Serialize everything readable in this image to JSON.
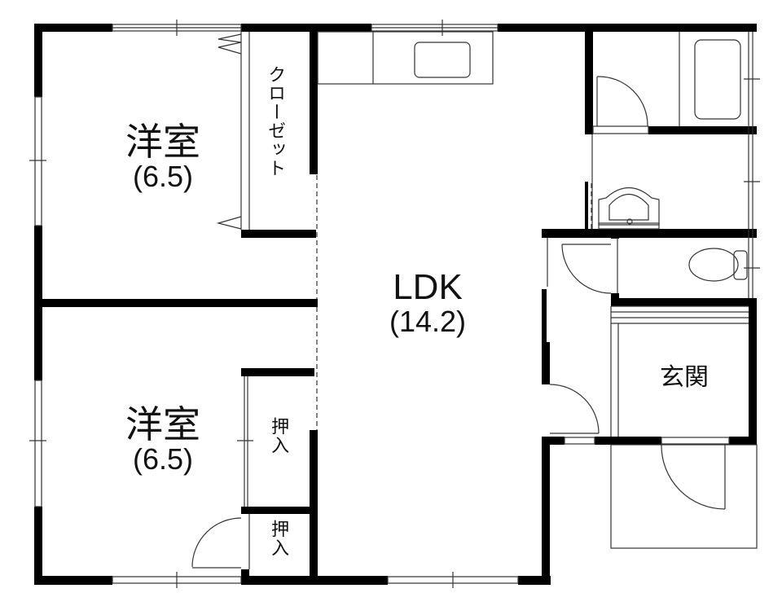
{
  "floorplan": {
    "rooms": [
      {
        "id": "western-room-1",
        "name": "洋室",
        "area": "(6.5)"
      },
      {
        "id": "western-room-2",
        "name": "洋室",
        "area": "(6.5)"
      },
      {
        "id": "ldk",
        "name": "LDK",
        "area": "(14.2)"
      },
      {
        "id": "entrance",
        "name": "玄関"
      }
    ],
    "storage": {
      "closet": "クローゼット",
      "oshiire_1": "押入",
      "oshiire_2": "押入"
    },
    "fixtures": [
      "kitchen-sink",
      "bathtub",
      "washbasin",
      "toilet"
    ],
    "colors": {
      "wall": "#000000",
      "line": "#333333",
      "background": "#ffffff"
    }
  }
}
